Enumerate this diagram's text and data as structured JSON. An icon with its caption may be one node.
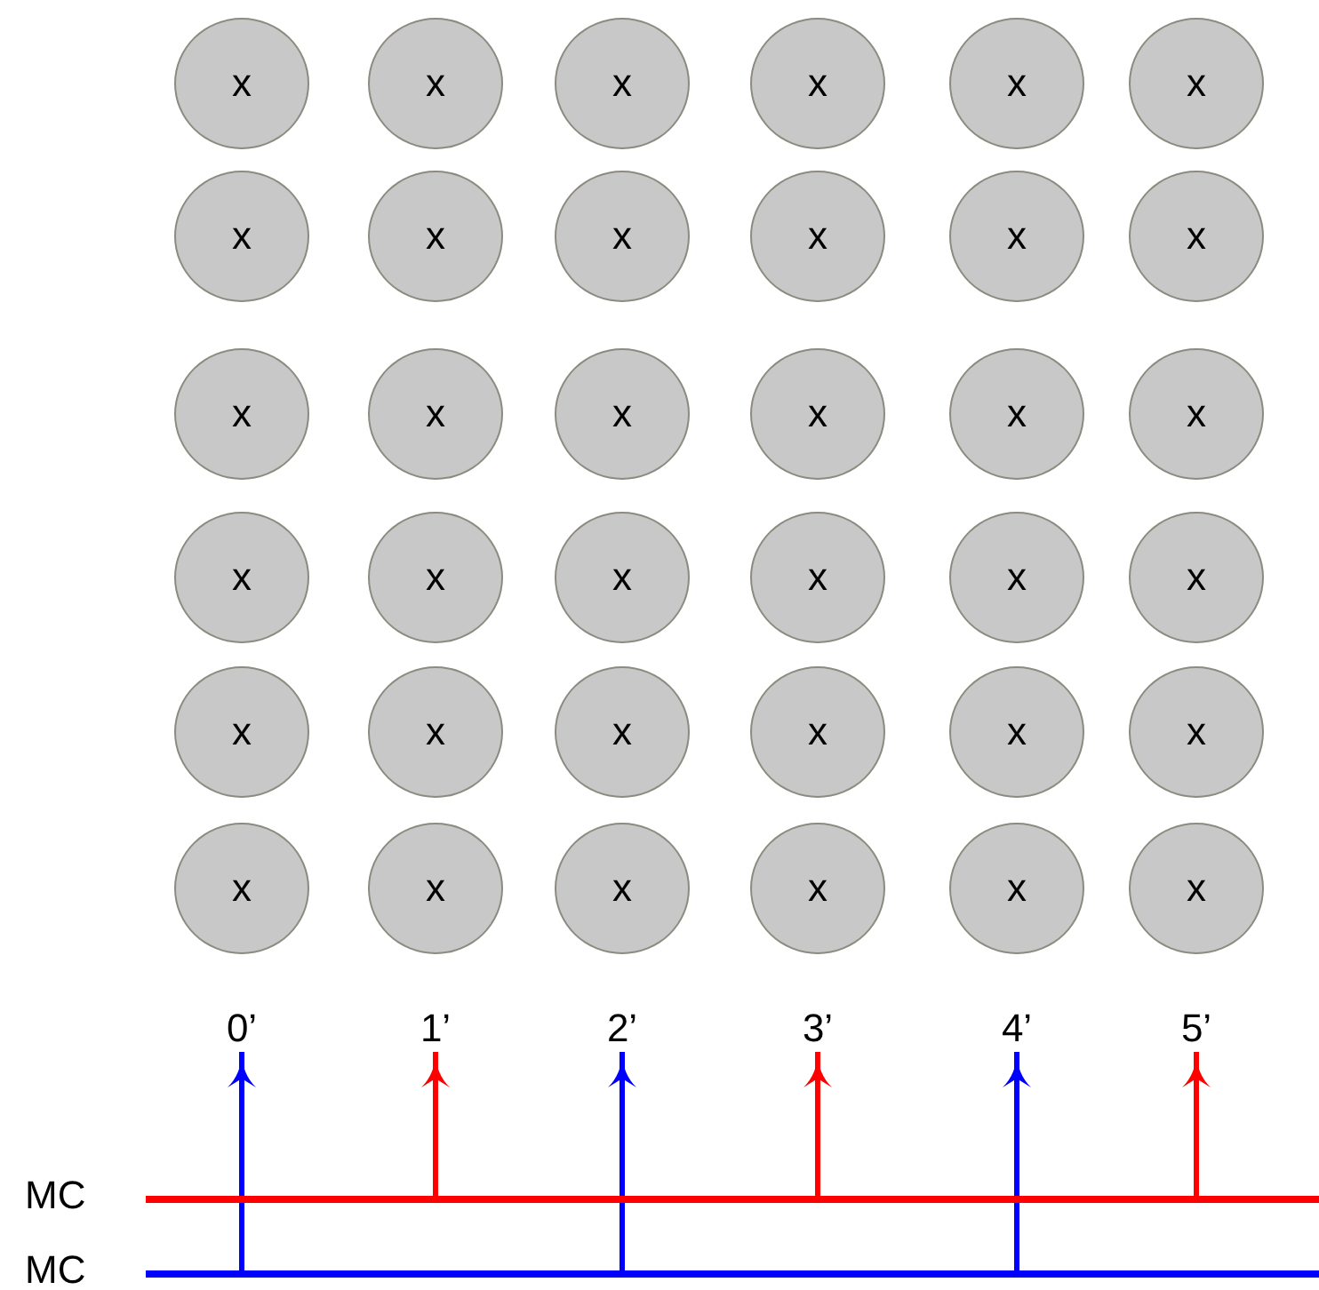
{
  "diagram": {
    "nodes": [
      {
        "text": [
          "x"
        ]
      },
      {
        "text": [
          "x"
        ]
      },
      {
        "text": [
          "x"
        ]
      },
      {
        "text": [
          "x"
        ]
      },
      {
        "text": [
          "x"
        ]
      },
      {
        "text": [
          "x"
        ]
      },
      {
        "text": [
          "x"
        ]
      },
      {
        "text": [
          "x"
        ]
      },
      {
        "text": [
          "x"
        ]
      },
      {
        "text": [
          "x"
        ]
      },
      {
        "text": [
          "x"
        ]
      },
      {
        "text": [
          "x"
        ]
      },
      {
        "text": [
          "x"
        ]
      },
      {
        "text": [
          "x"
        ]
      },
      {
        "text": [
          "x"
        ]
      },
      {
        "text": [
          "x"
        ]
      },
      {
        "text": [
          "x"
        ]
      },
      {
        "text": [
          "x"
        ]
      },
      {
        "text": [
          "x"
        ]
      },
      {
        "text": [
          "x"
        ]
      },
      {
        "text": [
          "x"
        ]
      },
      {
        "text": [
          "x"
        ]
      },
      {
        "text": [
          "x"
        ]
      },
      {
        "text": [
          "x"
        ]
      },
      {
        "text": [
          "x"
        ]
      },
      {
        "text": [
          "x"
        ]
      },
      {
        "text": [
          "x"
        ]
      },
      {
        "text": [
          "x"
        ]
      },
      {
        "text": [
          "x"
        ]
      },
      {
        "text": [
          "x"
        ]
      },
      {
        "text": [
          "x"
        ]
      },
      {
        "text": [
          "x"
        ]
      },
      {
        "text": [
          "x"
        ]
      },
      {
        "text": [
          "x"
        ]
      },
      {
        "text": [
          "x"
        ]
      },
      {
        "text": [
          "x"
        ]
      },
      {
        "text": [
          "0’"
        ]
      },
      {
        "text": [
          "1’"
        ]
      },
      {
        "text": [
          "2’"
        ]
      },
      {
        "text": [
          "3’"
        ]
      },
      {
        "text": [
          "4’"
        ]
      },
      {
        "text": [
          "5’"
        ]
      },
      {
        "text": [],
        "shape": "bar",
        "beside": [
          "MC"
        ]
      },
      {
        "text": [],
        "shape": "bar",
        "beside": [
          "MC"
        ]
      }
    ],
    "edges": [
      {
        "from": 43,
        "to": 36,
        "arrow": "to",
        "color": "#0000ff"
      },
      {
        "from": 42,
        "to": 37,
        "arrow": "to",
        "color": "#ff0000"
      },
      {
        "from": 43,
        "to": 38,
        "arrow": "to",
        "color": "#0000ff"
      },
      {
        "from": 42,
        "to": 39,
        "arrow": "to",
        "color": "#ff0000"
      },
      {
        "from": 43,
        "to": 40,
        "arrow": "to",
        "color": "#0000ff"
      },
      {
        "from": 42,
        "to": 41,
        "arrow": "to",
        "color": "#ff0000"
      }
    ]
  }
}
